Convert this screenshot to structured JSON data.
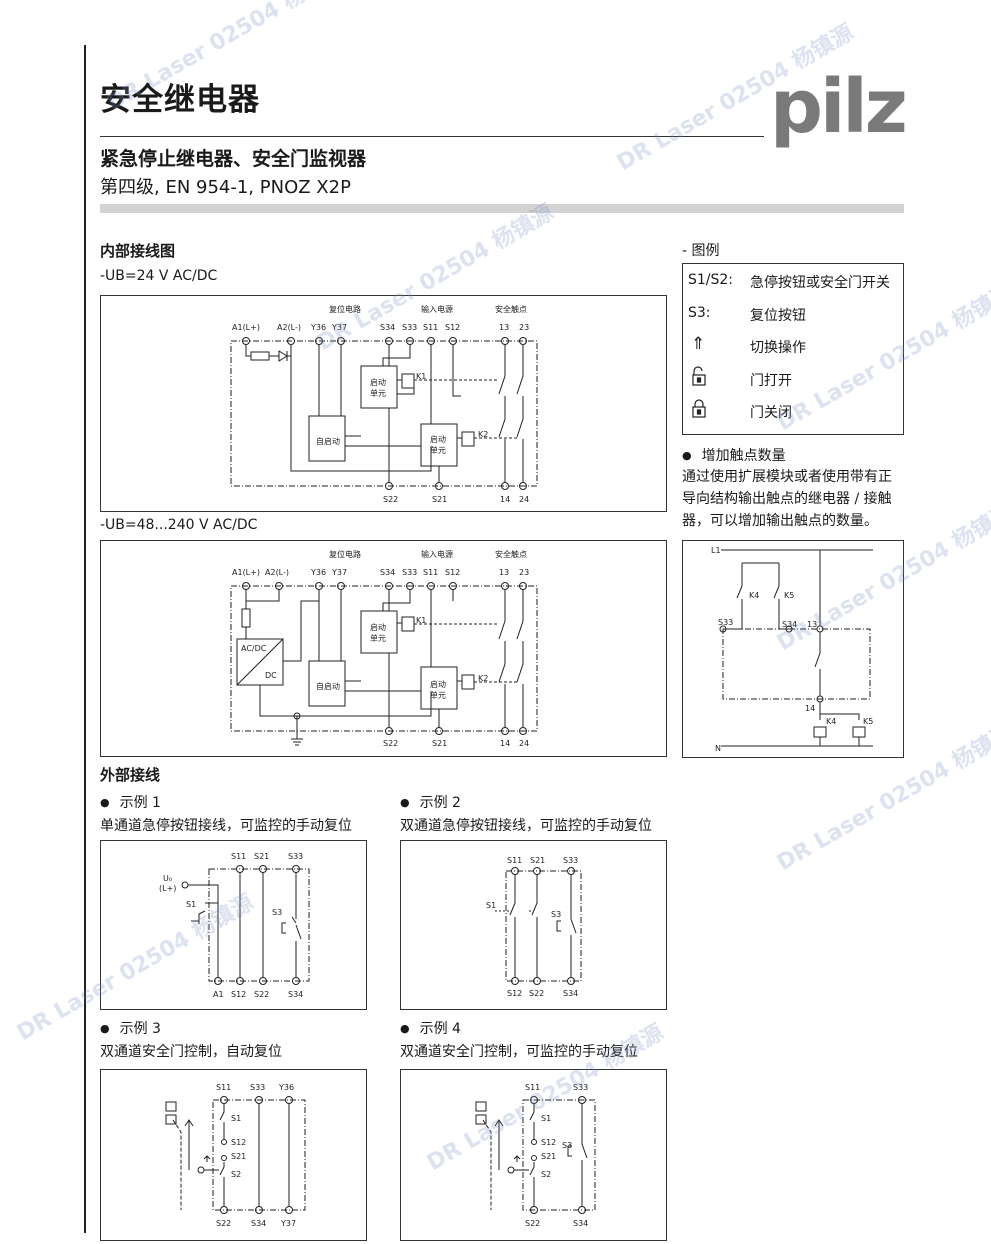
{
  "header": {
    "title": "安全继电器",
    "subtitle": "紧急停止继电器、安全门监视器",
    "category": "第四级, EN 954-1, PNOZ X2P",
    "logo_text": "pilz"
  },
  "internal_wiring": {
    "heading": "内部接线图",
    "variant1_label": "-UB=24 V AC/DC",
    "variant2_label": "-UB=48...240 V AC/DC",
    "group_labels": [
      "复位电路",
      "输入电源",
      "安全触点"
    ],
    "top_terminals_1": [
      "A1(L+)",
      "A2(L-)",
      "Y36",
      "Y37",
      "S34",
      "S33",
      "S11",
      "S12",
      "13",
      "23"
    ],
    "top_terminals_2": [
      "A1(L+)",
      "A2(L-)",
      "Y36",
      "Y37",
      "S34",
      "S33",
      "S11",
      "S12",
      "13",
      "23"
    ],
    "bottom_terminals": [
      "S22",
      "S21",
      "14",
      "24"
    ],
    "blocks": {
      "start_unit": "启动\n单元",
      "auto_start": "自启动",
      "k1": "K1",
      "k2": "K2",
      "acdc": "AC/DC",
      "dc": "DC"
    }
  },
  "legend": {
    "heading": "- 图例",
    "items": [
      {
        "key": "S1/S2:",
        "value": "急停按钮或安全门开关"
      },
      {
        "key": "S3:",
        "value": "复位按钮"
      },
      {
        "key": "⇑",
        "value": "切换操作",
        "icon": "arrow-up-icon"
      },
      {
        "key": "",
        "value": "门打开",
        "icon": "door-open-icon"
      },
      {
        "key": "",
        "value": "门关闭",
        "icon": "door-closed-icon"
      }
    ]
  },
  "add_contacts": {
    "heading": "增加触点数量",
    "text": "通过使用扩展模块或者使用带有正导向结构输出触点的继电器 / 接触器，可以增加输出触点的数量。",
    "diagram_labels": {
      "l1": "L1",
      "n": "N",
      "k4": "K4",
      "k5": "K5",
      "s33": "S33",
      "s34": "S34",
      "t13": "13",
      "t14": "14"
    }
  },
  "external_wiring": {
    "heading": "外部接线",
    "examples": [
      {
        "title": "示例 1",
        "desc": "单通道急停按钮接线，可监控的手动复位",
        "top": [
          "S11",
          "S21",
          "S33"
        ],
        "bottom": [
          "A1",
          "S12",
          "S22",
          "S34"
        ],
        "labels": [
          "U₀",
          "(L+)",
          "S1",
          "S3"
        ]
      },
      {
        "title": "示例 2",
        "desc": "双通道急停按钮接线，可监控的手动复位",
        "top": [
          "S11",
          "S21",
          "S33"
        ],
        "bottom": [
          "S12",
          "S22",
          "S34"
        ],
        "labels": [
          "S1",
          "S3"
        ]
      },
      {
        "title": "示例 3",
        "desc": "双通道安全门控制，自动复位",
        "top": [
          "S11",
          "S33",
          "Y36"
        ],
        "bottom": [
          "S22",
          "S34",
          "Y37"
        ],
        "labels": [
          "S1",
          "S12",
          "S21",
          "S2"
        ]
      },
      {
        "title": "示例 4",
        "desc": "双通道安全门控制，可监控的手动复位",
        "top": [
          "S11",
          "S33"
        ],
        "bottom": [
          "S22",
          "S34"
        ],
        "labels": [
          "S1",
          "S12",
          "S21",
          "S2",
          "S3"
        ]
      }
    ]
  },
  "watermark": "DR Laser 02504 杨镇源"
}
